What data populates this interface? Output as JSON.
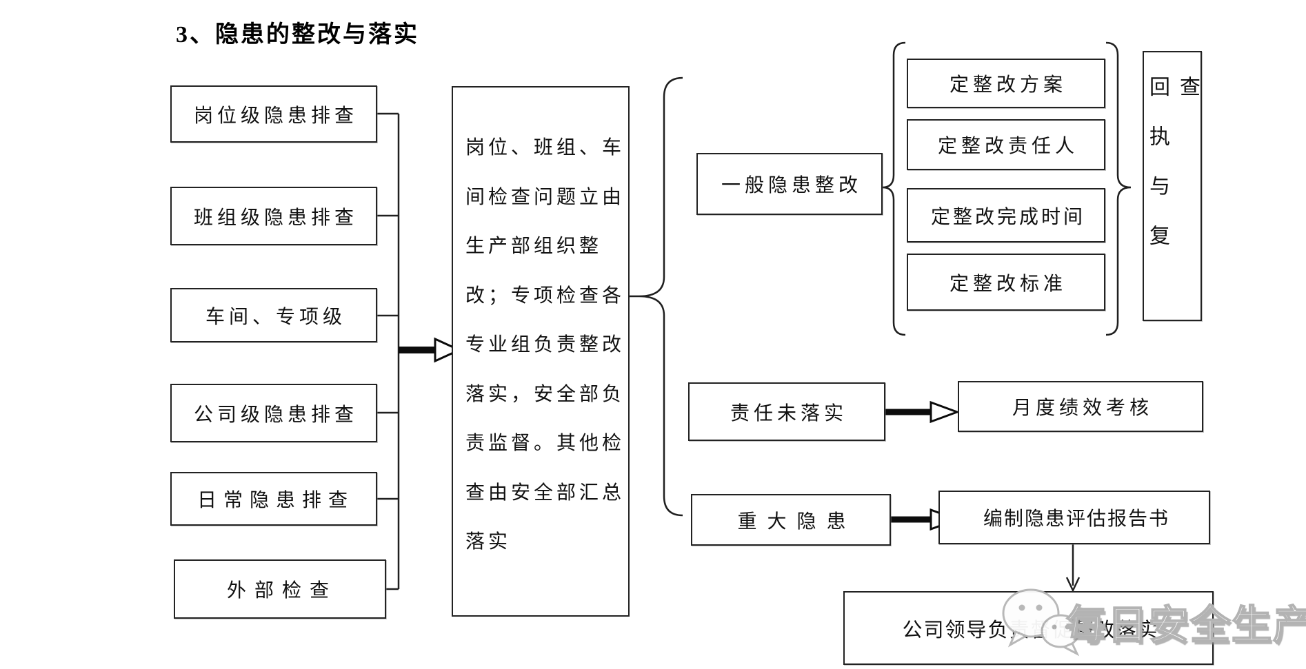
{
  "title": "3、隐患的整改与落实",
  "left_column": {
    "items": [
      {
        "label": "岗位级隐患排查"
      },
      {
        "label": "班组级隐患排查"
      },
      {
        "label": "车间、专项级"
      },
      {
        "label": "公司级隐患排查"
      },
      {
        "label": "日常隐患排查"
      },
      {
        "label": "外部检查"
      }
    ]
  },
  "center_note": {
    "full_text": "岗位、班组、车间检查问题立由生产部组织整改；专项检查各专业组负责整改落实，安全部负责监督。其他检查由安全部汇总落实",
    "lines": [
      "岗位、班组、车",
      "间检查问题立由",
      "生产部组织整",
      "改；专项检查各",
      "专业组负责整改",
      "落实，安全部负",
      "责监督。其他检",
      "查由安全部汇总",
      "落实"
    ]
  },
  "general_branch": {
    "label": "一般隐患整改",
    "steps": [
      "定整改方案",
      "定整改责任人",
      "定整改完成时间",
      "定整改标准"
    ],
    "receipt_review": "回执与复查"
  },
  "responsibility_branch": {
    "label": "责任未落实",
    "consequence": "月度绩效考核"
  },
  "major_branch": {
    "label": "重 大 隐 患",
    "report": "编制隐患评估报告书",
    "leadership": "公司领导负责督促整改落实"
  },
  "watermark": {
    "text": "每日安全生产",
    "icon": "wechat-icon"
  },
  "colors": {
    "line": "#1f1f1f",
    "watermark_stroke": "#b3b3b3",
    "background": "#ffffff"
  }
}
